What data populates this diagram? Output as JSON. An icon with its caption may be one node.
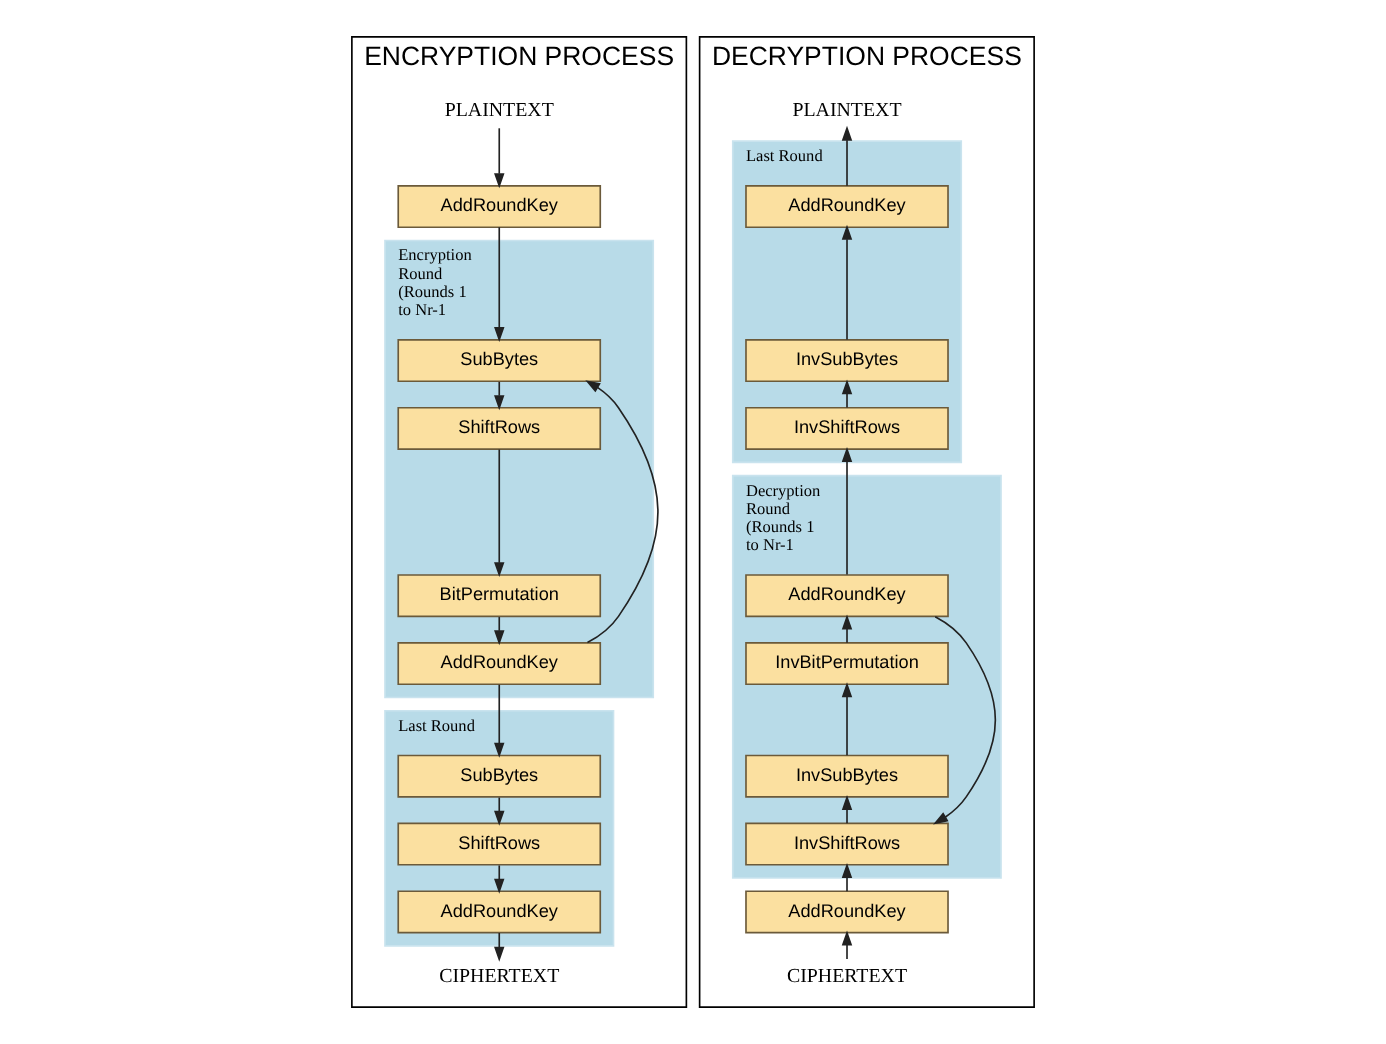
{
  "diagram": {
    "nodes": [
      {
        "text": [
          "ENCRYPTION PROCESS"
        ]
      },
      {
        "text": [
          "PLAINTEXT"
        ],
        "in": 0
      },
      {
        "text": [
          "AddRoundKey"
        ],
        "in": 0
      },
      {
        "text": [
          "Encryption Round (Rounds 1 to Nr-1"
        ],
        "in": 0
      },
      {
        "text": [
          "SubBytes"
        ],
        "in": 3
      },
      {
        "text": [
          "ShiftRows"
        ],
        "in": 3
      },
      {
        "text": [
          "BitPermutation"
        ],
        "in": 3
      },
      {
        "text": [
          "AddRoundKey"
        ],
        "in": 3
      },
      {
        "text": [
          "Last Round"
        ],
        "in": 0
      },
      {
        "text": [
          "SubBytes"
        ],
        "in": 8
      },
      {
        "text": [
          "ShiftRows"
        ],
        "in": 8
      },
      {
        "text": [
          "AddRoundKey"
        ],
        "in": 8
      },
      {
        "text": [
          "CIPHERTEXT"
        ],
        "in": 0
      },
      {
        "text": [
          "DECRYPTION PROCESS"
        ]
      },
      {
        "text": [
          "PLAINTEXT"
        ],
        "in": 13
      },
      {
        "text": [
          "Last Round"
        ],
        "in": 13
      },
      {
        "text": [
          "AddRoundKey"
        ],
        "in": 15
      },
      {
        "text": [
          "InvSubBytes"
        ],
        "in": 15
      },
      {
        "text": [
          "InvShiftRows"
        ],
        "in": 15
      },
      {
        "text": [
          "Decryption Round (Rounds 1 to Nr-1"
        ],
        "in": 13
      },
      {
        "text": [
          "AddRoundKey"
        ],
        "in": 19
      },
      {
        "text": [
          "InvBitPermutation"
        ],
        "in": 19
      },
      {
        "text": [
          "InvSubBytes"
        ],
        "in": 19
      },
      {
        "text": [
          "InvShiftRows"
        ],
        "in": 19
      },
      {
        "text": [
          "AddRoundKey"
        ],
        "in": 13
      },
      {
        "text": [
          "CIPHERTEXT"
        ],
        "in": 13
      }
    ],
    "edges": [
      {
        "from": 1,
        "to": 2,
        "arrow": "to"
      },
      {
        "from": 2,
        "to": 4,
        "arrow": "to"
      },
      {
        "from": 4,
        "to": 5,
        "arrow": "to"
      },
      {
        "from": 5,
        "to": 6,
        "arrow": "to"
      },
      {
        "from": 6,
        "to": 7,
        "arrow": "to"
      },
      {
        "from": 7,
        "to": 4,
        "arrow": "to"
      },
      {
        "from": 7,
        "to": 9,
        "arrow": "to"
      },
      {
        "from": 9,
        "to": 10,
        "arrow": "to"
      },
      {
        "from": 10,
        "to": 11,
        "arrow": "to"
      },
      {
        "from": 11,
        "to": 12,
        "arrow": "to"
      },
      {
        "from": 25,
        "to": 24,
        "arrow": "to"
      },
      {
        "from": 24,
        "to": 23,
        "arrow": "to"
      },
      {
        "from": 23,
        "to": 22,
        "arrow": "to"
      },
      {
        "from": 22,
        "to": 21,
        "arrow": "to"
      },
      {
        "from": 21,
        "to": 20,
        "arrow": "to"
      },
      {
        "from": 20,
        "to": 23,
        "arrow": "to"
      },
      {
        "from": 20,
        "to": 18,
        "arrow": "to"
      },
      {
        "from": 18,
        "to": 17,
        "arrow": "to"
      },
      {
        "from": 17,
        "to": 16,
        "arrow": "to"
      },
      {
        "from": 16,
        "to": 14,
        "arrow": "to"
      }
    ]
  }
}
